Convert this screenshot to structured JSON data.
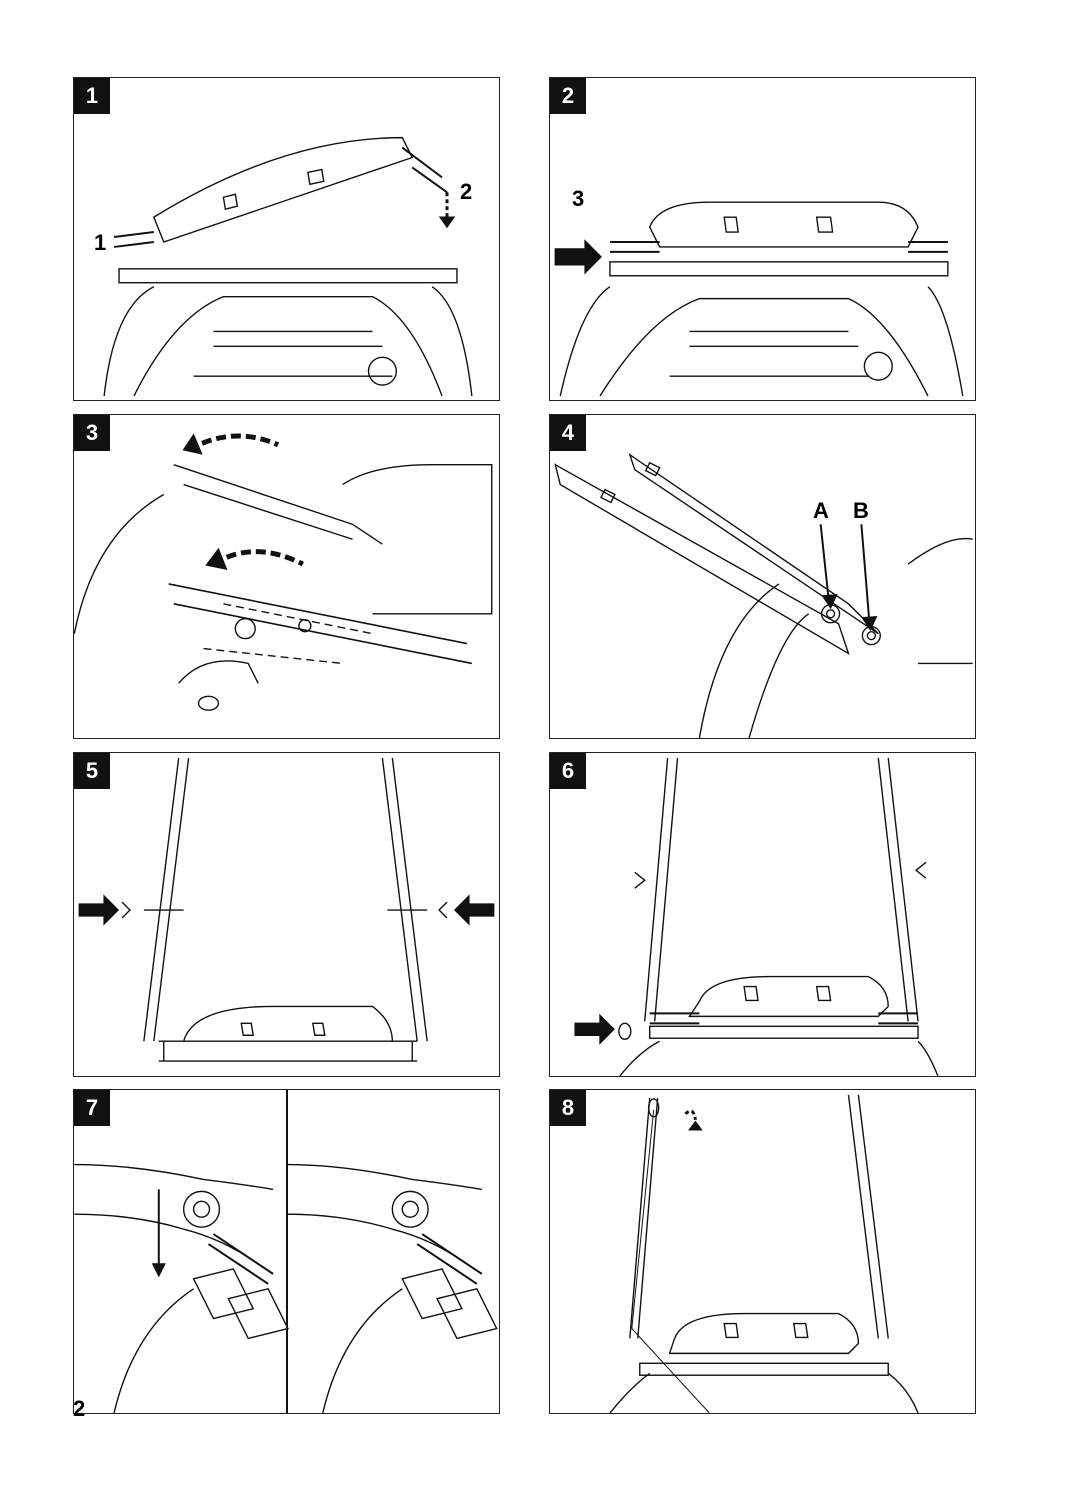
{
  "page": {
    "number": "2"
  },
  "figures": [
    {
      "badge": "1",
      "callouts": [
        "1",
        "2"
      ]
    },
    {
      "badge": "2",
      "callouts": [
        "3"
      ]
    },
    {
      "badge": "3",
      "callouts": []
    },
    {
      "badge": "4",
      "callouts": [
        "A",
        "B"
      ]
    },
    {
      "badge": "5",
      "callouts": []
    },
    {
      "badge": "6",
      "callouts": []
    },
    {
      "badge": "7",
      "callouts": []
    },
    {
      "badge": "8",
      "callouts": []
    }
  ]
}
